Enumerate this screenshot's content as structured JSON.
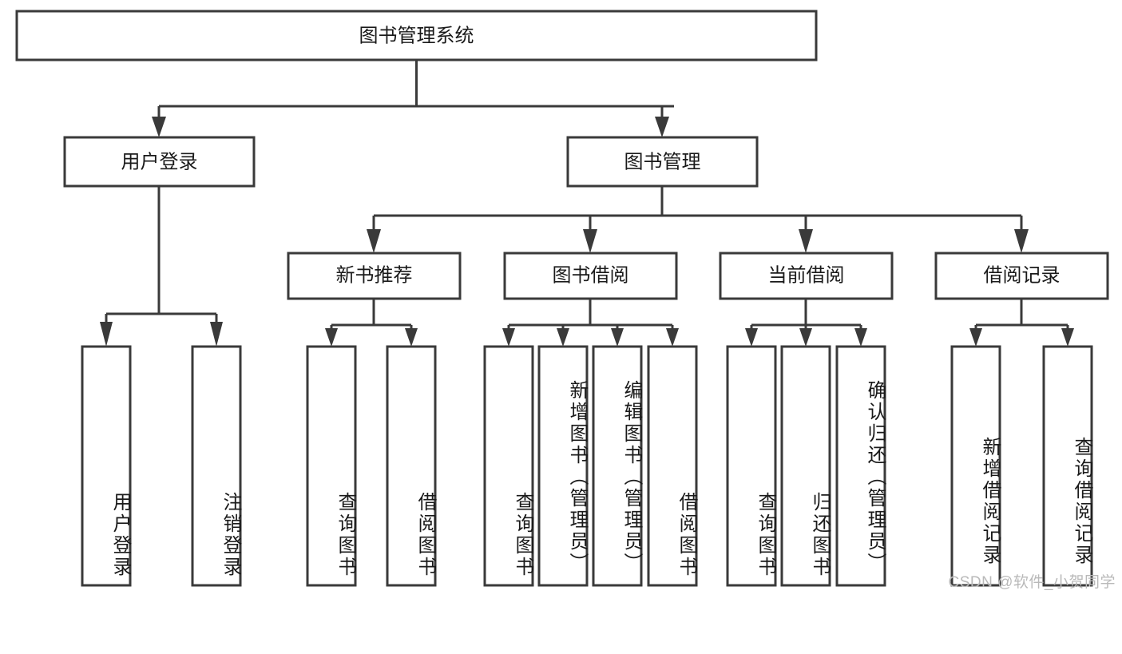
{
  "diagram": {
    "type": "tree-hierarchy",
    "title": "图书管理系统",
    "watermark": "CSDN @软件_小贺同学",
    "colors": {
      "stroke": "#3a3a3a",
      "fill": "#ffffff",
      "text": "#1a1a1a",
      "watermark": "#b9b9b9"
    },
    "levels": {
      "root": "图书管理系统",
      "level2": [
        "用户登录",
        "图书管理"
      ],
      "level3": [
        "新书推荐",
        "图书借阅",
        "当前借阅",
        "借阅记录"
      ],
      "level4": [
        "用户登录",
        "注销登录",
        "查询图书",
        "借阅图书",
        "查询图书",
        "新增图书（管理员）",
        "编辑图书（管理员）",
        "借阅图书",
        "查询图书",
        "归还图书",
        "确认归还（管理员）",
        "新增借阅记录",
        "查询借阅记录"
      ]
    }
  },
  "nodes": {
    "root": {
      "label": "图书管理系统"
    },
    "user_login": {
      "label": "用户登录"
    },
    "book_manage": {
      "label": "图书管理"
    },
    "new_book_rec": {
      "label": "新书推荐"
    },
    "book_borrow": {
      "label": "图书借阅"
    },
    "current_borrow": {
      "label": "当前借阅"
    },
    "borrow_record": {
      "label": "借阅记录"
    },
    "leaf_user_login": {
      "label": "用户登录"
    },
    "leaf_user_logout": {
      "label": "注销登录"
    },
    "leaf_query_book_a": {
      "label": "查询图书"
    },
    "leaf_borrow_book_a": {
      "label": "借阅图书"
    },
    "leaf_query_book_b": {
      "label": "查询图书"
    },
    "leaf_add_book": {
      "label": "新增图书（管理员）"
    },
    "leaf_edit_book": {
      "label": "编辑图书（管理员）"
    },
    "leaf_borrow_book_b": {
      "label": "借阅图书"
    },
    "leaf_query_book_c": {
      "label": "查询图书"
    },
    "leaf_return_book": {
      "label": "归还图书"
    },
    "leaf_confirm_return": {
      "label": "确认归还（管理员）"
    },
    "leaf_add_record": {
      "label": "新增借阅记录"
    },
    "leaf_query_record": {
      "label": "查询借阅记录"
    }
  },
  "watermark": {
    "text": "CSDN @软件_小贺同学"
  }
}
